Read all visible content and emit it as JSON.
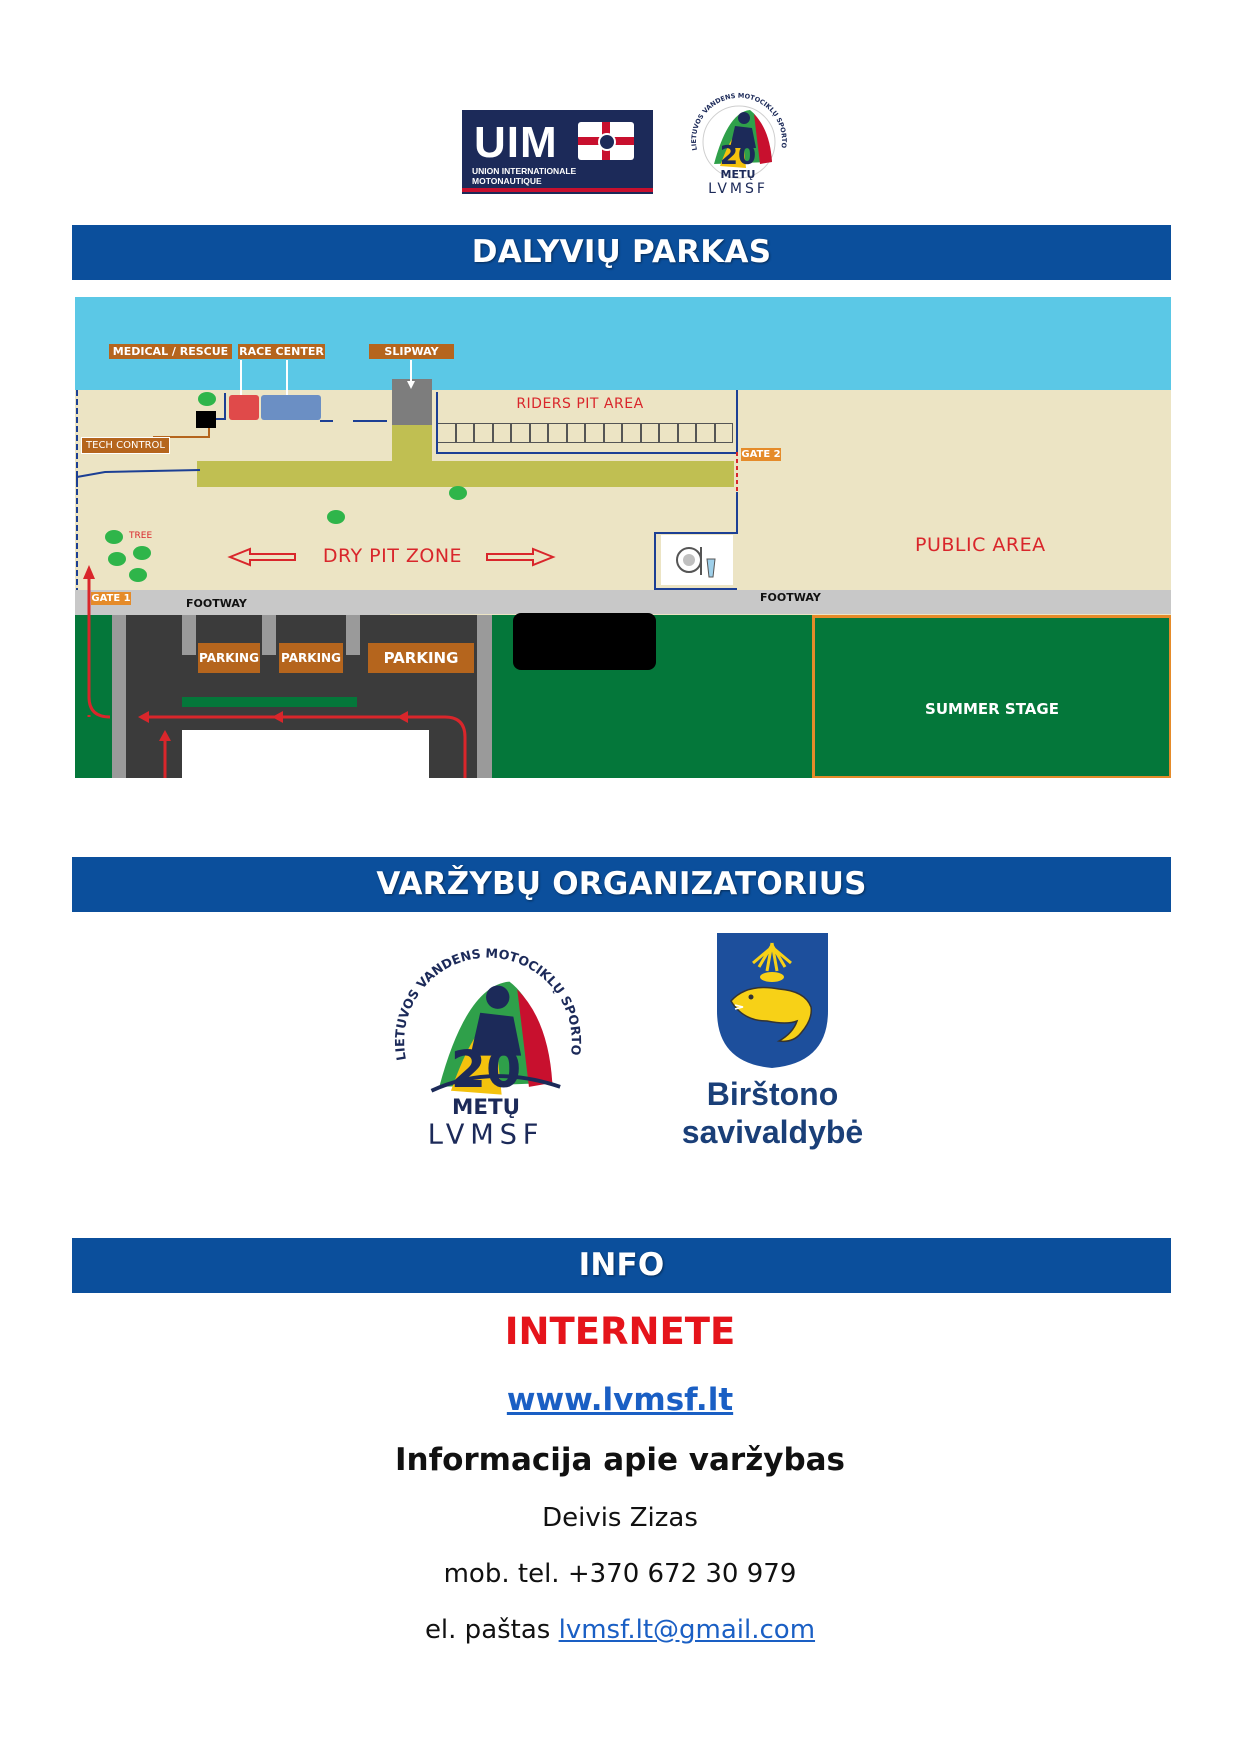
{
  "header": {
    "uim_logo": {
      "abbr": "UIM",
      "name": "UNION INTERNATIONALE MOTONAUTIQUE"
    },
    "lvmsf_logo": {
      "arc_text": "LIETUVOS VANDENS MOTOCIKLŲ SPORTO FEDERACIJA",
      "number": "20",
      "word": "METŲ",
      "abbr": "LVMSF"
    }
  },
  "section1": {
    "title": "DALYVIŲ PARKAS"
  },
  "map": {
    "labels": {
      "medical": "MEDICAL / RESCUE",
      "race_center": "RACE CENTER",
      "slipway": "SLIPWAY",
      "tech_control": "TECH CONTROL",
      "riders_pit": "RIDERS PIT AREA",
      "gate1": "GATE 1",
      "gate2": "GATE 2",
      "tree": "TREE",
      "dry_pit": "DRY PIT ZONE",
      "public_area": "PUBLIC AREA",
      "footway_left": "FOOTWAY",
      "footway_right": "FOOTWAY",
      "parking1": "PARKING",
      "parking2": "PARKING",
      "parking3": "PARKING",
      "summer_stage": "SUMMER STAGE"
    },
    "colors": {
      "water": "#5bc8e6",
      "sand": "#ece4c4",
      "olive": "#c0bf52",
      "grass": "#04773a",
      "road": "#3b3b3b",
      "tag": "#b5651d",
      "label_red": "#d9262b"
    }
  },
  "section2": {
    "title": "VARŽYBŲ ORGANIZATORIUS",
    "municipality": {
      "line1": "Birštono",
      "line2": "savivaldybė"
    }
  },
  "section3": {
    "title": "INFO",
    "internet_label": "INTERNETE",
    "website": "www.lvmsf.lt",
    "subtitle": "Informacija apie varžybas",
    "contact_name": "Deivis Zizas",
    "phone_text": "mob. tel. +370 672 30 979",
    "email_prefix": "el. paštas",
    "email": "lvmsf.lt@gmail.com"
  }
}
